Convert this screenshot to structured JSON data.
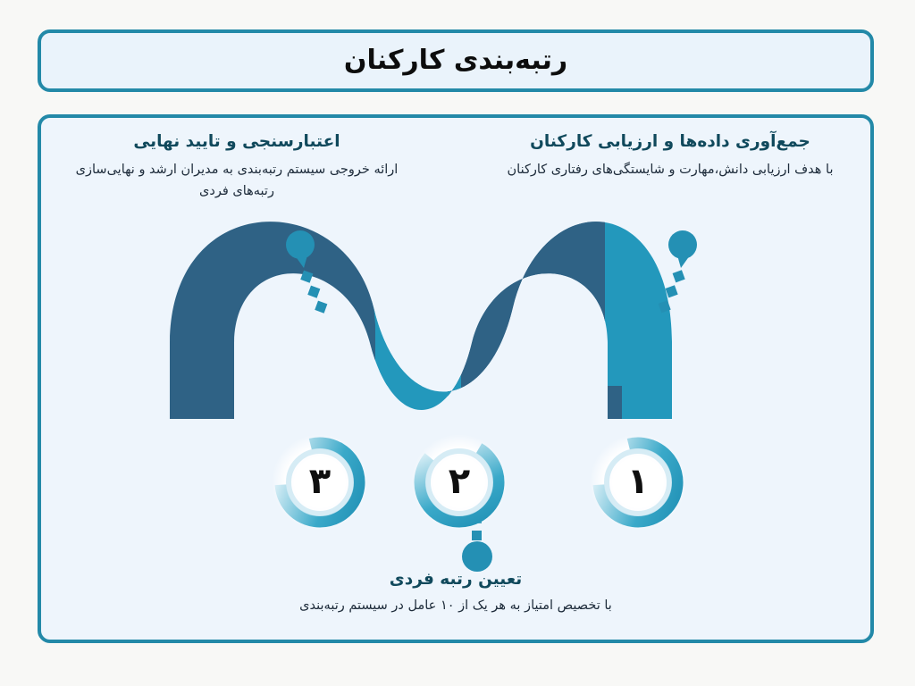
{
  "page": {
    "background_color": "#f8f8f6",
    "panel_background": "#eef5fc",
    "panel_border_color": "#2389a8",
    "title_background": "#eaf3fb"
  },
  "header": {
    "title": "رتبه‌بندی کارکنان"
  },
  "theme": {
    "heading_color": "#10495c",
    "body_color": "#1d2b3a",
    "ribbon_dark": "#2f6285",
    "ribbon_light": "#2398bc",
    "accent": "#2389a8",
    "badge_inner": "#ffffff"
  },
  "steps": [
    {
      "number": "۱",
      "position": "top-right",
      "heading": "جمع‌آوری داده‌ها و ارزیابی کارکنان",
      "body": "با هدف ارزیابی دانش،مهارت و شایستگی‌های رفتاری کارکنان",
      "marker_icon": "balloon-pin-icon",
      "connector_dashes": 3
    },
    {
      "number": "۲",
      "position": "bottom-center",
      "heading": "تعیین رتبه فردی",
      "body": "با تخصیص امتیاز به هر یک از ۱۰ عامل در سیستم رتبه‌بندی",
      "marker_icon": "circle-dot-icon",
      "connector_dashes": 2
    },
    {
      "number": "۳",
      "position": "top-left",
      "heading": "اعتبارسنجی و تایید نهایی",
      "body": "ارائه خروجی سیستم رتبه‌بندی به مدیران ارشد و نهایی‌سازی رتبه‌های فردی",
      "marker_icon": "balloon-pin-icon",
      "connector_dashes": 3
    }
  ],
  "chart_data": {
    "type": "diagram",
    "diagram_kind": "s-curve-process-flow",
    "title": "رتبه‌بندی کارکنان",
    "node_count": 3,
    "node_labels": [
      "۱",
      "۲",
      "۳"
    ],
    "flow_direction": "right-to-left",
    "ribbon_segments": [
      {
        "index": 1,
        "color": "#2398bc"
      },
      {
        "index": 2,
        "color": "#2f6285"
      },
      {
        "index": 3,
        "color": "#2398bc"
      },
      {
        "index": 4,
        "color": "#2f6285"
      },
      {
        "index": 5,
        "color": "#2398bc"
      },
      {
        "index": 6,
        "color": "#2f6285"
      }
    ]
  }
}
